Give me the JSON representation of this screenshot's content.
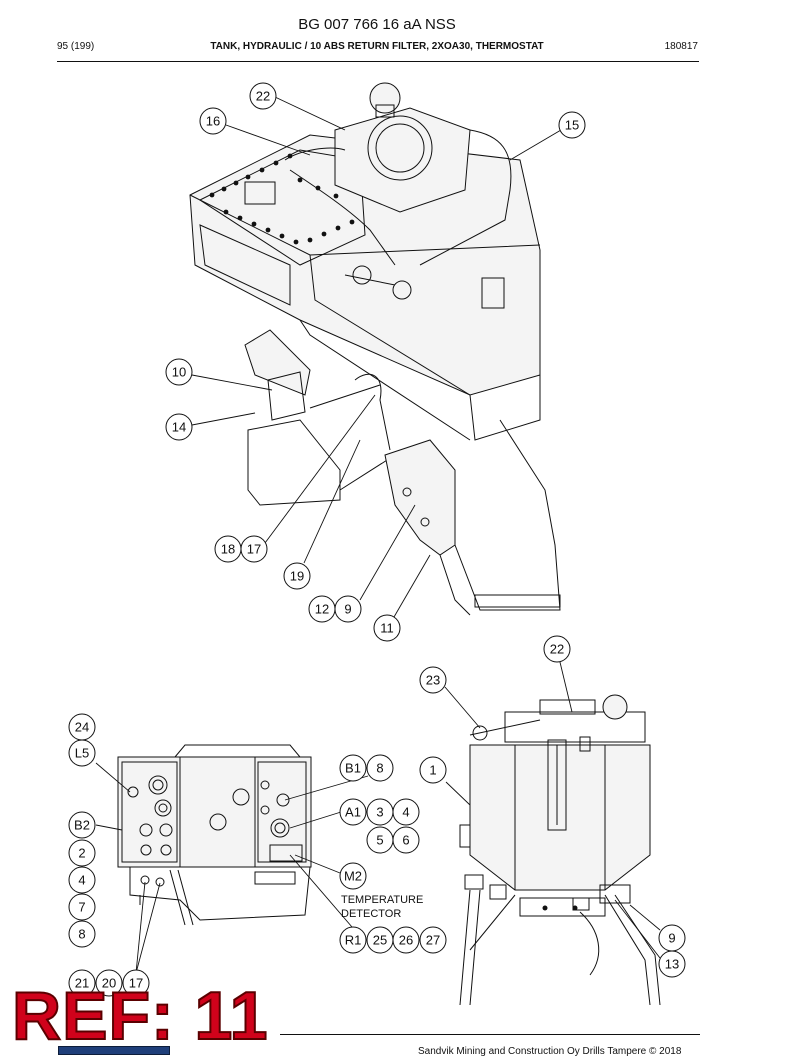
{
  "header": {
    "doc_title": "BG 007 766 16 aA NSS",
    "page": "95 (199)",
    "section_title": "TANK, HYDRAULIC / 10 ABS RETURN FILTER, 2XOA30, THERMOSTAT",
    "date": "180817"
  },
  "footer": {
    "copyright": "Sandvik Mining and Construction Oy Drills Tampere © 2018"
  },
  "stamp": {
    "ref_label": "REF: 11"
  },
  "notes": {
    "temperature_detector_line1": "TEMPERATURE",
    "temperature_detector_line2": "DETECTOR"
  },
  "callouts": {
    "c22a": "22",
    "c16": "16",
    "c15": "15",
    "c10": "10",
    "c14": "14",
    "c18": "18",
    "c17a": "17",
    "c19": "19",
    "c12": "12",
    "c9a": "9",
    "c11": "11",
    "c22b": "22",
    "c23": "23",
    "c1": "1",
    "c9b": "9",
    "c13": "13",
    "c24": "24",
    "cL5": "L5",
    "cB2": "B2",
    "c2": "2",
    "c4a": "4",
    "c7": "7",
    "c8a": "8",
    "c21": "21",
    "c20": "20",
    "c17b": "17",
    "cB1": "B1",
    "c8b": "8",
    "cA1": "A1",
    "c3": "3",
    "c4b": "4",
    "c5": "5",
    "c6": "6",
    "cM2": "M2",
    "cR1": "R1",
    "c25": "25",
    "c26": "26",
    "c27": "27"
  }
}
